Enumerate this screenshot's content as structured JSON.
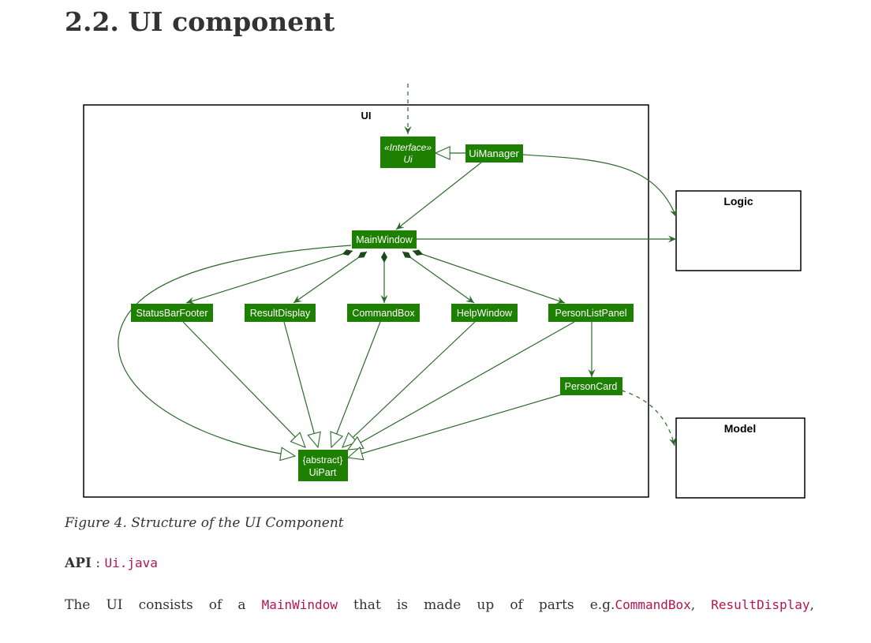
{
  "heading": "2.2. UI component",
  "diagram": {
    "frame_label": "UI",
    "logic_label": "Logic",
    "model_label": "Model",
    "interface_stereotype": "«Interface»",
    "interface_name": "Ui",
    "ui_manager": "UiManager",
    "main_window": "MainWindow",
    "status_bar_footer": "StatusBarFooter",
    "result_display": "ResultDisplay",
    "command_box": "CommandBox",
    "help_window": "HelpWindow",
    "person_list_panel": "PersonListPanel",
    "person_card": "PersonCard",
    "uipart_stereotype": "{abstract}",
    "uipart_name": "UiPart",
    "colors": {
      "class_fill": "#1d8000",
      "line": "#2a6b2a",
      "frame": "#000000"
    }
  },
  "caption": "Figure 4. Structure of the UI Component",
  "api": {
    "label": "API",
    "separator": ":",
    "link": "Ui.java"
  },
  "paragraph": {
    "words": [
      "The",
      "UI",
      "consists",
      "of",
      "a"
    ],
    "code1": "MainWindow",
    "words2": [
      "that",
      "is",
      "made",
      "up",
      "of",
      "parts"
    ],
    "eg": "e.g.",
    "code2": "CommandBox",
    "comma1": ",",
    "code3": "ResultDisplay",
    "comma2": ","
  }
}
